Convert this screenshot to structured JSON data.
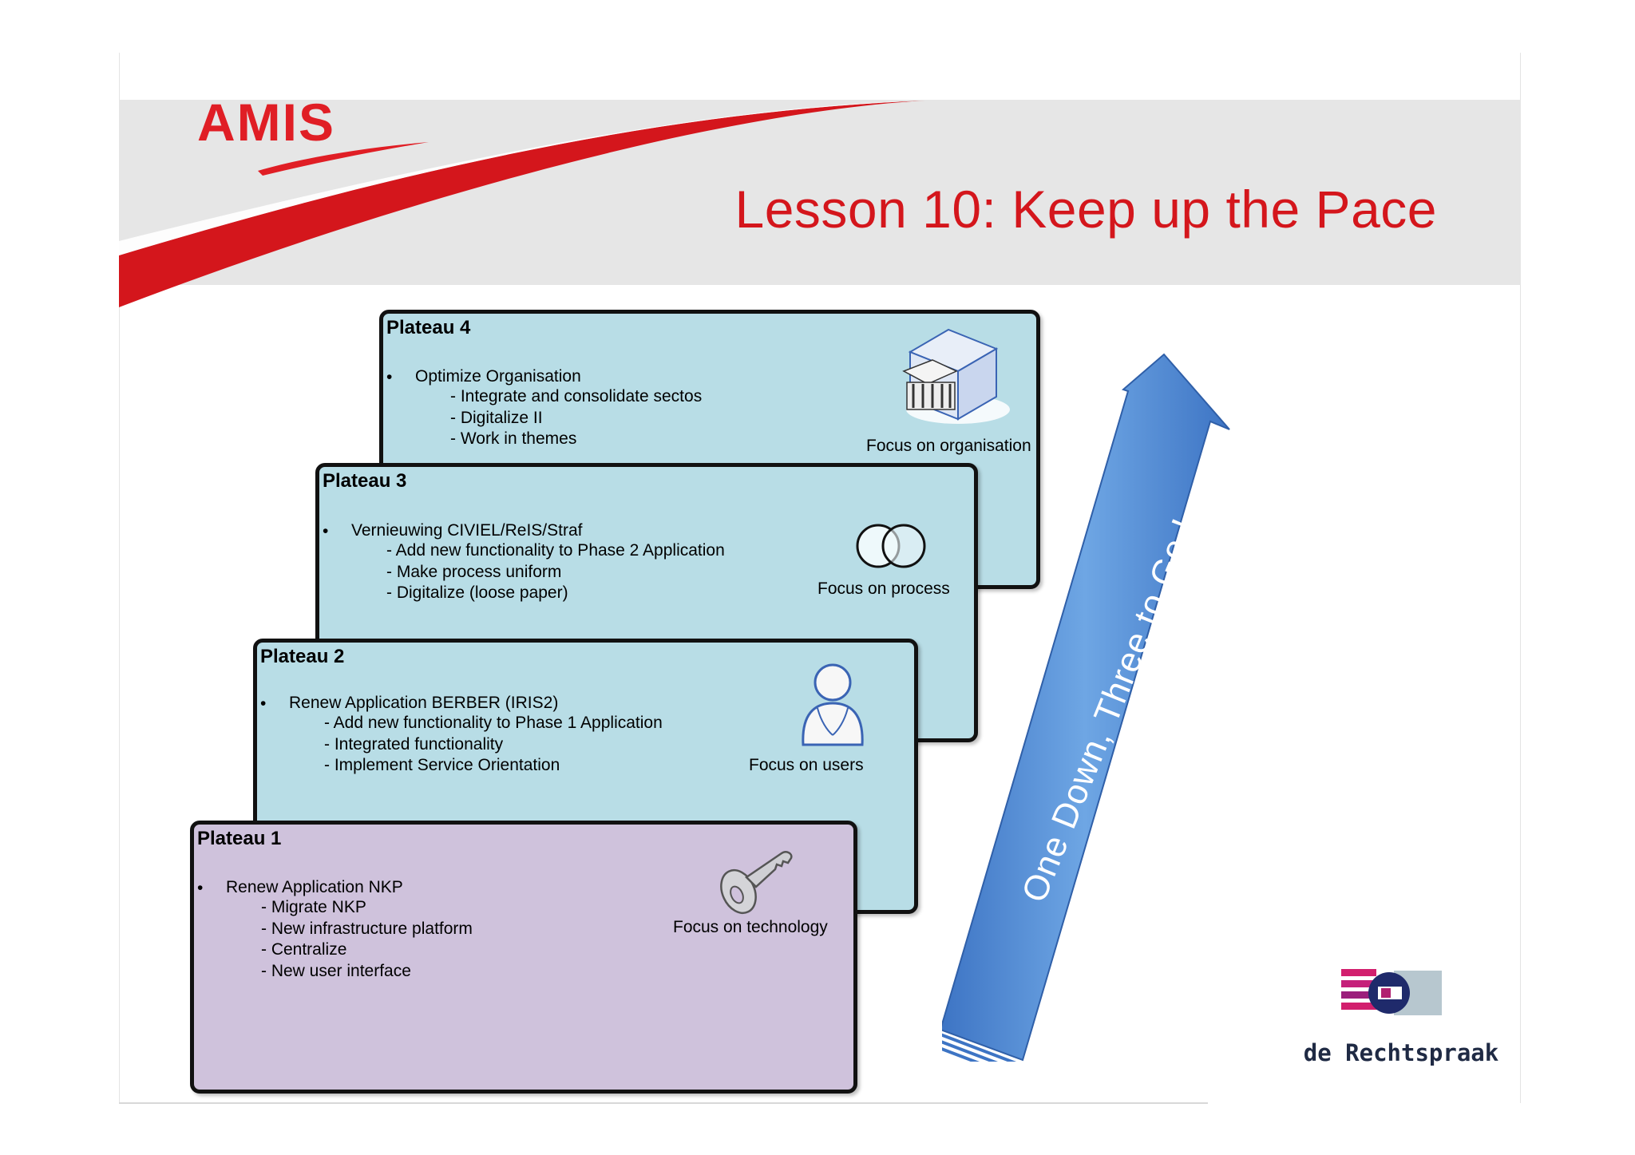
{
  "header": {
    "logo_text": "AMIS",
    "title": "Lesson 10: Keep up the Pace"
  },
  "plateaus": [
    {
      "title": "Plateau 4",
      "item": "Optimize Organisation",
      "subitems": [
        "- Integrate and consolidate sectos",
        "- Digitalize II",
        "- Work in themes"
      ],
      "focus": "Focus on organisation",
      "icon": "building-icon",
      "color": "#b8dde6"
    },
    {
      "title": "Plateau 3",
      "item": "Vernieuwing CIVIEL/ReIS/Straf",
      "subitems": [
        "- Add new functionality to Phase 2 Application",
        "- Make process uniform",
        "- Digitalize (loose paper)"
      ],
      "focus": "Focus on process",
      "icon": "overlapping-circles-icon",
      "color": "#b8dde6"
    },
    {
      "title": "Plateau 2",
      "item": "Renew Application BERBER (IRIS2)",
      "subitems": [
        "- Add new functionality to Phase 1 Application",
        "- Integrated functionality",
        "- Implement Service Orientation"
      ],
      "focus": "Focus on users",
      "icon": "user-icon",
      "color": "#b8dde6"
    },
    {
      "title": "Plateau 1",
      "item": "Renew Application NKP",
      "subitems": [
        "- Migrate NKP",
        "- New infrastructure platform",
        "- Centralize",
        "- New user interface"
      ],
      "focus": "Focus on technology",
      "icon": "key-icon",
      "color": "#cfc2dc"
    }
  ],
  "arrow": {
    "label": "One Down, Three to Go !",
    "color": "#5b95d6"
  },
  "footer": {
    "logo_text": "de Rechtspraak"
  },
  "colors": {
    "accent": "#d4161c",
    "band": "#e6e6e6"
  }
}
